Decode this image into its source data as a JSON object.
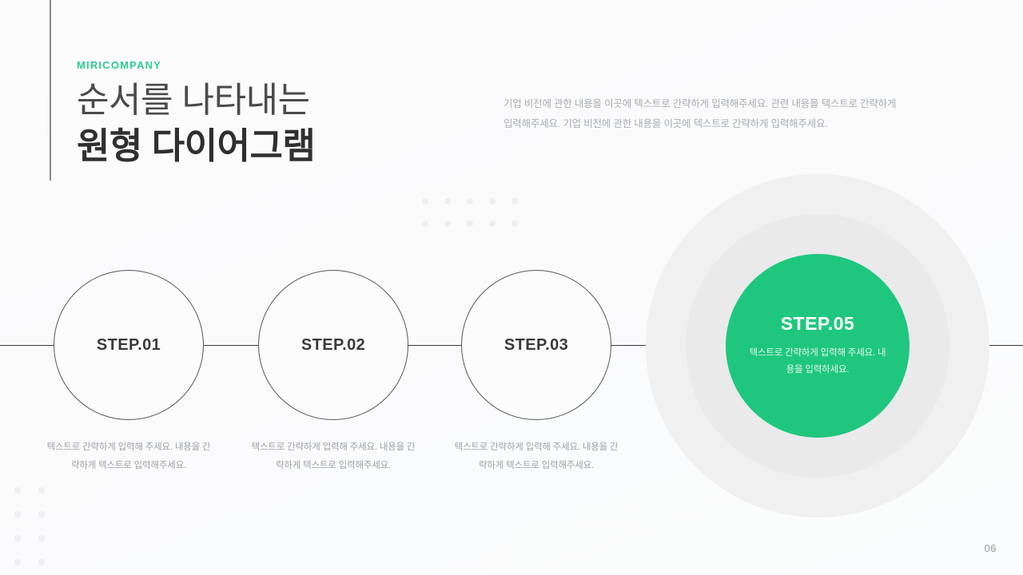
{
  "brand": {
    "eyebrow": "MIRICOMPANY"
  },
  "header": {
    "title_line1": "순서를 나타내는",
    "title_line2": "원형 다이어그램",
    "lead": "기업 비전에 관한 내용을 이곳에 텍스트로 간략하게 입력해주세요. 관련 내용을 텍스트로 간략하게 입력해주세요. 기업 비전에 관한 내용을 이곳에 텍스트로 간략하게 입력해주세요."
  },
  "steps": [
    {
      "label": "STEP.01",
      "caption": "텍스트로 간략하게 입력해 주세요. 내용을 간략하게 텍스트로 입력해주세요."
    },
    {
      "label": "STEP.02",
      "caption": "텍스트로 간략하게 입력해 주세요. 내용을 간략하게 텍스트로 입력해주세요."
    },
    {
      "label": "STEP.03",
      "caption": "텍스트로 간략하게 입력해 주세요. 내용을 간략하게 텍스트로 입력해주세요."
    }
  ],
  "highlight_step": {
    "label": "STEP.05",
    "description": "텍스트로 간략하게 입력해 주세요. 내용을 입력하세요."
  },
  "footer": {
    "page_number": "06"
  },
  "colors": {
    "accent_green": "#1fc77e",
    "eyebrow_green": "#2ecc8f",
    "background": "#fafbfc",
    "line": "#3c3c3c",
    "muted_text": "#9ea2a8",
    "halo_outer": "#f0f0f1",
    "halo_inner": "#eaeaeb"
  }
}
